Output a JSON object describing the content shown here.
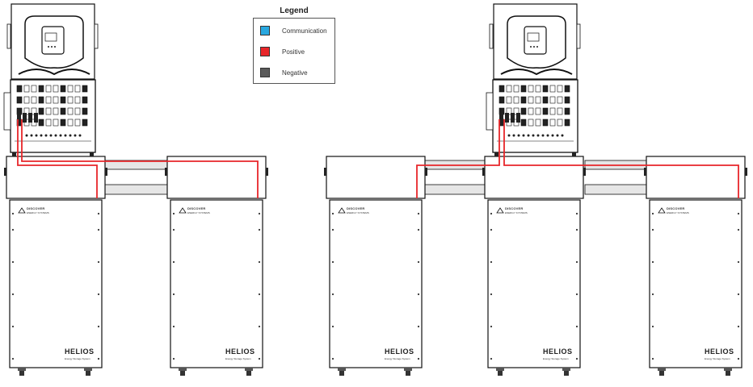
{
  "legend": {
    "title": "Legend",
    "items": [
      {
        "label": "Communication",
        "color": "#29a8e0"
      },
      {
        "label": "Positive",
        "color": "#e8262a"
      },
      {
        "label": "Negative",
        "color": "#5a5a5a"
      }
    ]
  },
  "battery_brand": "DISCOVER",
  "battery_brand_sub": "ENERGY SYSTEMS",
  "battery_model": "HELIOS",
  "battery_model_sub": "Energy Storage System",
  "wire_colors": {
    "positive": "#e8262a",
    "outline": "#111111",
    "busbar": "#e6e6e6"
  }
}
